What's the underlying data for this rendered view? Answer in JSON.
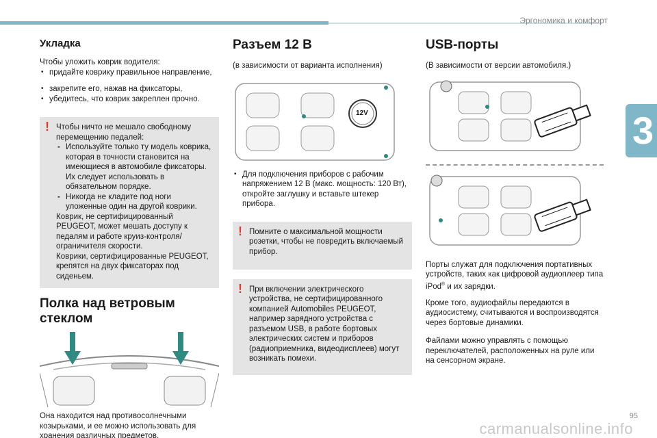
{
  "header": {
    "title": "Эргономика и комфорт",
    "chapter": "3",
    "page": "95"
  },
  "mats": {
    "title": "Укладка",
    "intro": "Чтобы уложить коврик водителя:",
    "steps": [
      "придайте коврику правильное направление,",
      "закрепите его, нажав на фиксаторы,",
      "убедитесь, что коврик закреплен прочно."
    ],
    "warning": {
      "intro": "Чтобы ничто не мешало свободному перемещению педалей:",
      "items": [
        "Используйте только ту модель коврика, которая в точности становится на имеющиеся в автомобиле фиксаторы. Их следует использовать в обязательном порядке.",
        "Никогда не кладите под ноги уложенные один на другой коврики."
      ],
      "p1": "Коврик, не сертифицированный PEUGEOT, может мешать доступу к педалям и работе круиз-контроля/ограничителя скорости.",
      "p2": "Коврики, сертифицированные PEUGEOT, крепятся на двух фиксаторах под сиденьем."
    }
  },
  "shelf": {
    "title": "Полка над ветровым стеклом",
    "text": "Она находится над противосолнечными козырьками, и ее можно использовать для хранения различных предметов."
  },
  "socket": {
    "title": "Разъем 12 В",
    "note": "(в зависимости от варианта исполнения)",
    "label": "12V",
    "step": "Для подключения приборов с рабочим напряжением 12 В (макс. мощность: 120 Вт), откройте заглушку и вставьте штекер прибора.",
    "warn1": "Помните о максимальной мощности розетки, чтобы не повредить включаемый прибор.",
    "warn2": "При включении электрического устройства, не сертифицированного компанией Automobiles PEUGEOT, например зарядного устройства с разъемом USB, в работе бортовых электрических систем и приборов (радиоприемника, видеодисплеев) могут возникать помехи."
  },
  "usb": {
    "title": "USB-порты",
    "note": "(В зависимости от версии автомобиля.)",
    "p1a": "Порты служат для подключения портативных устройств, таких как цифровой аудиоплеер типа iPod",
    "reg": "®",
    "p1b": " и их зарядки.",
    "p2": "Кроме того, аудиофайлы передаются в аудиосистему, считываются и воспроизводятся через бортовые динамики.",
    "p3": "Файлами можно управлять с помощью переключателей, расположенных на руле или на сенсорном экране."
  },
  "watermark": "carmanualsonline.info",
  "colors": {
    "accent": "#7fb6c8",
    "warning_mark": "#e63a2b",
    "arrow": "#2f8a82",
    "dot": "#2f8a82"
  }
}
